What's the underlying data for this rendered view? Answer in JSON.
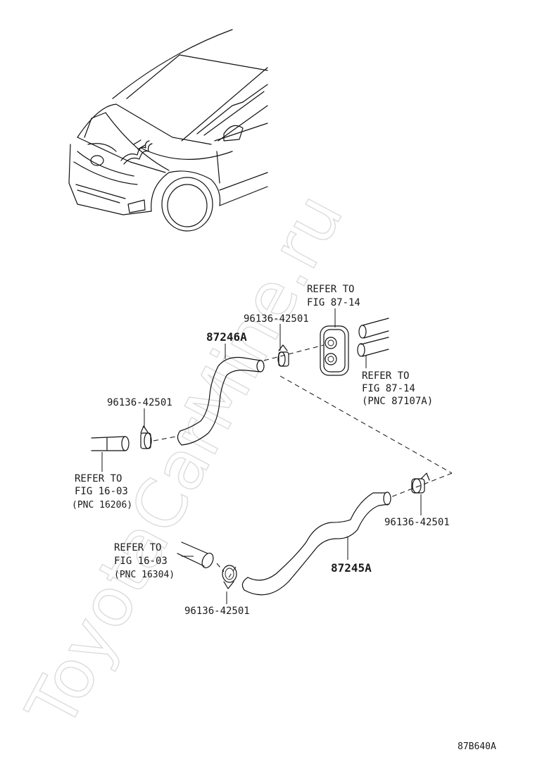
{
  "watermark": "ToyotaCarMine.ru",
  "figure_code": "87B640A",
  "labels": {
    "refer_87_14_top": {
      "line1": "REFER TO",
      "line2": "FIG 87-14"
    },
    "refer_87_14_right": {
      "line1": "REFER TO",
      "line2": "FIG 87-14",
      "line3": "(PNC 87107A)"
    },
    "refer_16_03_left": {
      "line1": "REFER TO",
      "line2": "FIG 16-03",
      "line3": "(PNC 16206)"
    },
    "refer_16_03_bottom": {
      "line1": "REFER TO",
      "line2": "FIG 16-03",
      "line3": "(PNC 16304)"
    },
    "clamp_top": "96136-42501",
    "clamp_left": "96136-42501",
    "clamp_right": "96136-42501",
    "clamp_bottom": "96136-42501",
    "hose_upper": "87246A",
    "hose_lower": "87245A"
  }
}
